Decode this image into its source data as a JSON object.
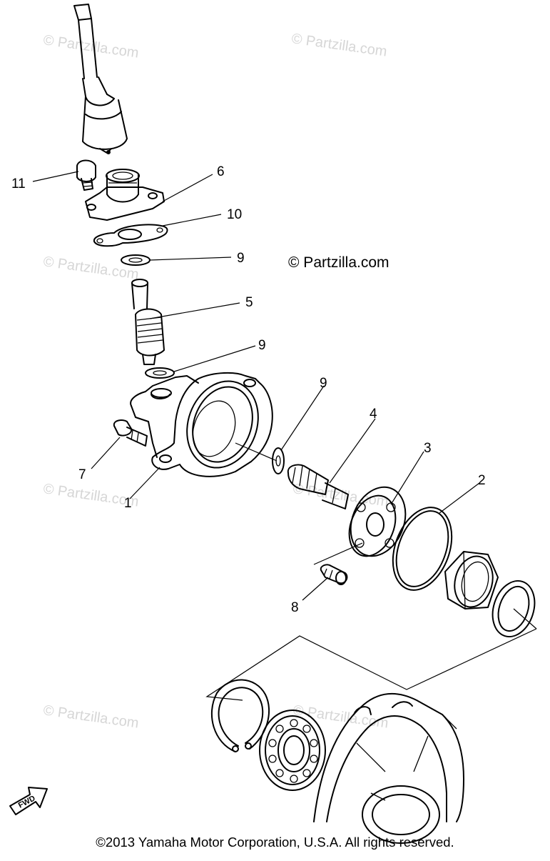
{
  "watermark": "© Partzilla.com",
  "stamp": "© Partzilla.com",
  "callouts": [
    "11",
    "6",
    "10",
    "9",
    "5",
    "9",
    "9",
    "4",
    "3",
    "2",
    "7",
    "1",
    "8"
  ],
  "fwd_label": "FWD",
  "copyright": "©2013 Yamaha Motor Corporation, U.S.A. All rights reserved."
}
